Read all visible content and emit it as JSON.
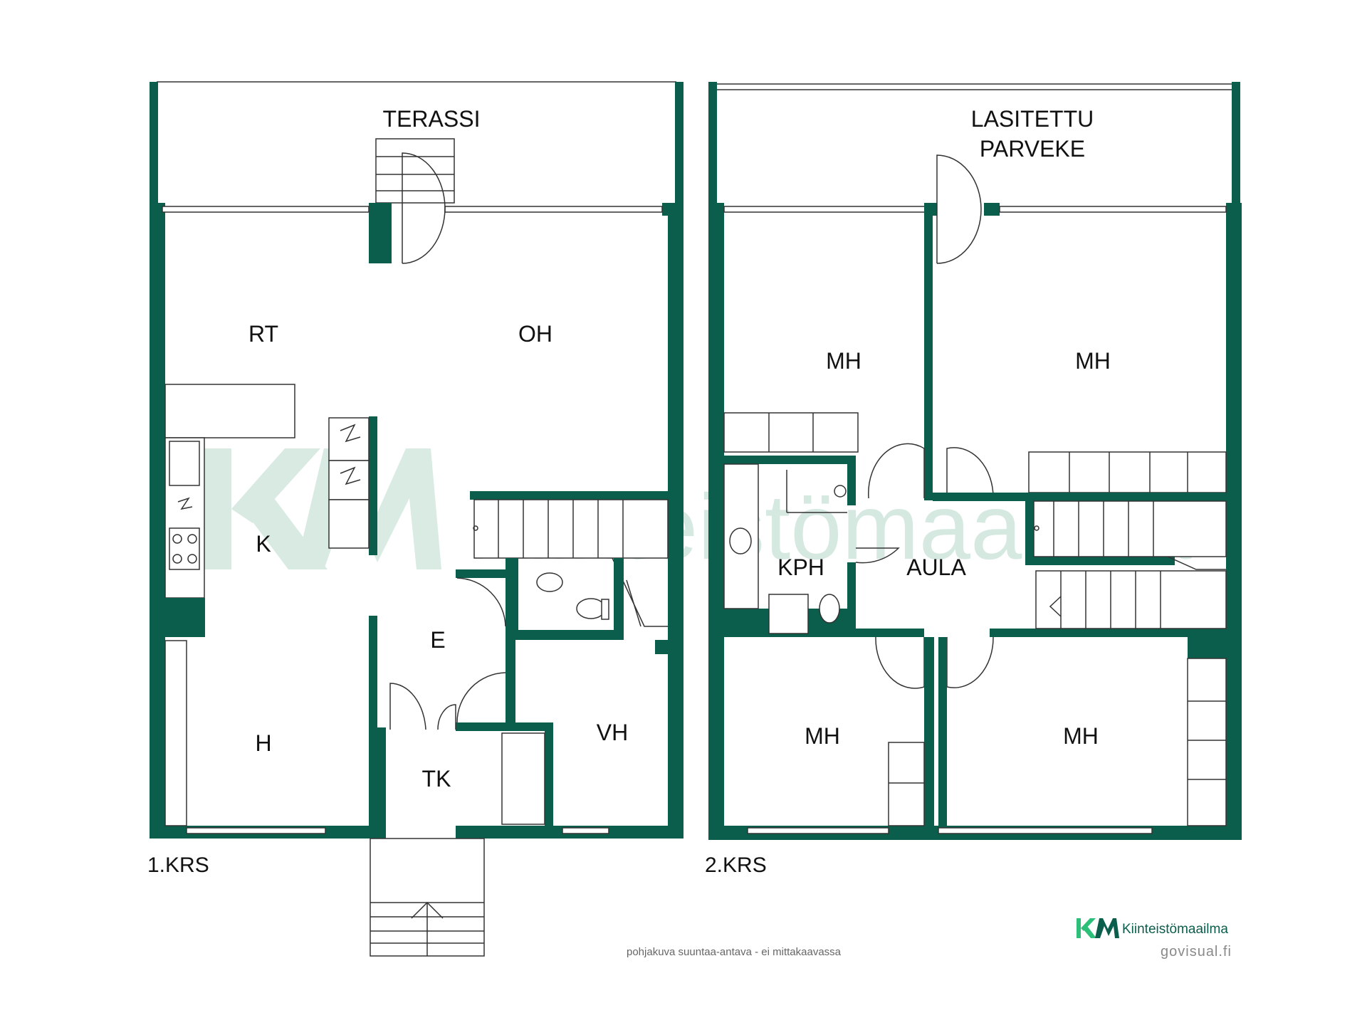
{
  "floors": [
    {
      "label": "1.KRS",
      "rooms": {
        "terrace": "TERASSI",
        "rt": "RT",
        "oh": "OH",
        "k": "K",
        "e": "E",
        "h": "H",
        "vh": "VH",
        "tk": "TK"
      }
    },
    {
      "label": "2.KRS",
      "rooms": {
        "balcony_line1": "LASITETTU",
        "balcony_line2": "PARVEKE",
        "mh_top_left": "MH",
        "mh_top_right": "MH",
        "kph": "KPH",
        "aula": "AULA",
        "mh_bottom_left": "MH",
        "mh_bottom_right": "MH"
      }
    }
  ],
  "watermark": {
    "text": "Kiinteistömaailma",
    "logo": "KM"
  },
  "footer": {
    "disclaimer": "pohjakuva suuntaa-antava - ei mittakaavassa",
    "brand_logo": "KM",
    "brand_name": "Kiinteistömaailma",
    "credit": "govisual.fi"
  },
  "colors": {
    "wall": "#0b5e4b",
    "watermark": "#cfe6dc",
    "brand_green": "#2bbf7a"
  }
}
